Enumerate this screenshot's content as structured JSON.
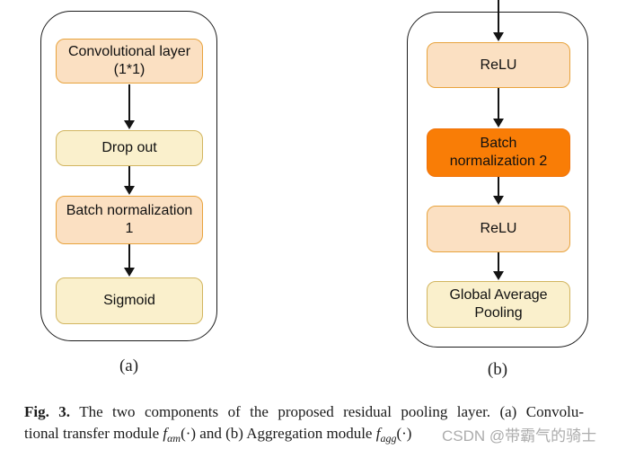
{
  "figure": {
    "panels": [
      {
        "label": "(a)",
        "boxes": [
          {
            "text": "Convolutional layer (1*1)",
            "variant": "peach"
          },
          {
            "text": "Drop out",
            "variant": "cream"
          },
          {
            "text": "Batch normalization 1",
            "variant": "peach"
          },
          {
            "text": "Sigmoid",
            "variant": "cream"
          }
        ]
      },
      {
        "label": "(b)",
        "boxes": [
          {
            "text": "ReLU",
            "variant": "peach"
          },
          {
            "text": "Batch normalization 2",
            "variant": "orange"
          },
          {
            "text": "ReLU",
            "variant": "peach"
          },
          {
            "text": "Global Average Pooling",
            "variant": "cream"
          }
        ]
      }
    ],
    "caption": {
      "fig_label": "Fig. 3.",
      "line1": "The two components of the proposed residual pooling layer. (a) Convolu-",
      "line2": {
        "t1": "tional transfer module ",
        "f1": "f",
        "sub1": "αm",
        "t2": "(·) and (b) Aggregation module ",
        "f2": "f",
        "sub2": "agg",
        "t3": "(·)"
      }
    },
    "watermark": "CSDN @带霸气的骑士",
    "colors": {
      "box_peach_fill": "#FBE0C2",
      "box_peach_border": "#E8A33D",
      "box_cream_fill": "#FAF0CC",
      "box_cream_border": "#D2B55F",
      "box_orange_fill": "#F97D06",
      "frame_border": "#1C1C1C",
      "arrow": "#141414",
      "watermark_gray": "#ACACAC"
    }
  }
}
